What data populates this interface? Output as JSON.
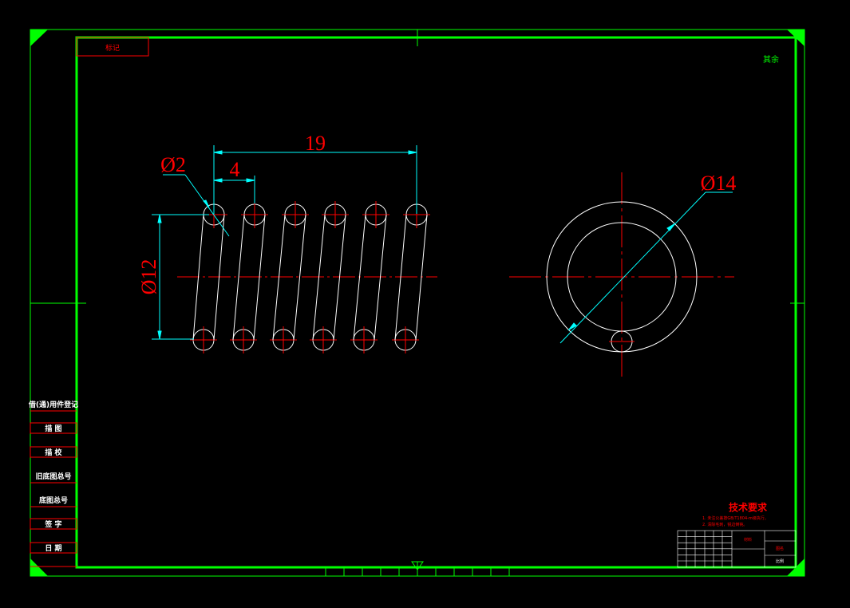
{
  "drawing": {
    "top_left_stamp": "标记",
    "top_right_note": "其余",
    "dimensions": {
      "wire_diameter": "Ø2",
      "pitch": "4",
      "overall_length": "19",
      "coil_diameter": "Ø12",
      "outer_diameter": "Ø14"
    },
    "sidebar": {
      "labels": [
        "借(通)用件登记",
        "描 图",
        "描 校",
        "旧底图总号",
        "底图总号",
        "签 字",
        "日 期"
      ]
    },
    "technical_requirements": {
      "title": "技术要求",
      "lines": [
        "1. 未注公差按GB/T1804-m级执行。",
        "2. 清除毛刺，锐边倒钝。"
      ]
    },
    "title_block": {
      "material_label": "材料",
      "part_label": "图名",
      "scale_label": "比例"
    },
    "colors": {
      "frame": "#00ff00",
      "geometry": "#ffffff",
      "centerline": "#ff0000",
      "dimension": "#00ffff",
      "dimension_text": "#ff0000",
      "background": "#000000"
    }
  }
}
